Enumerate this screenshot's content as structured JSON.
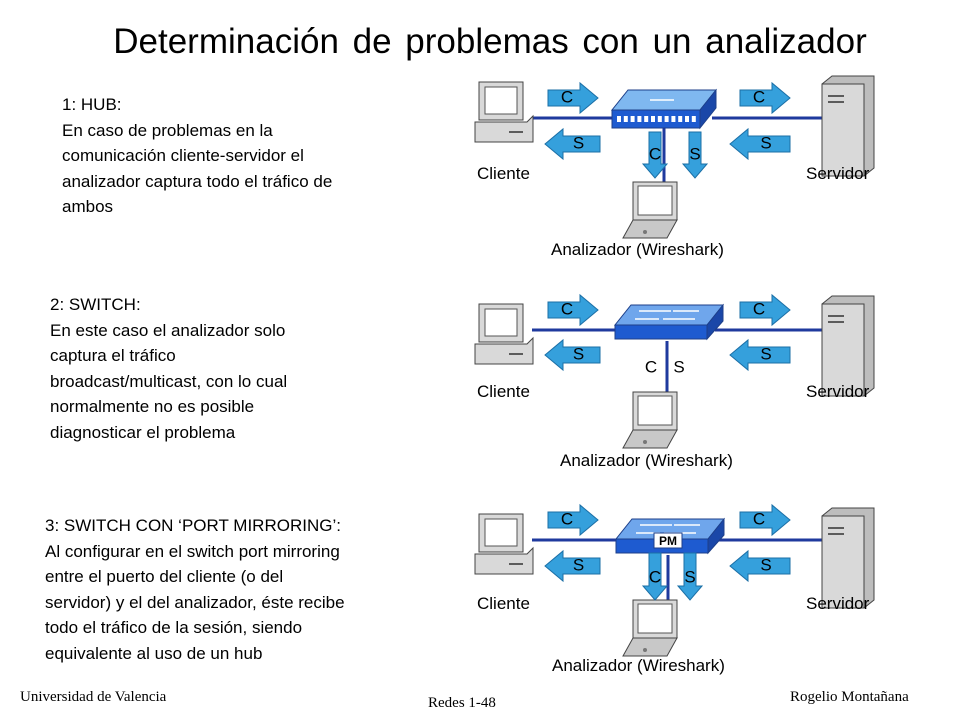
{
  "title": "Determinación de problemas con un analizador",
  "sections": [
    {
      "text_lines": [
        "1: HUB:",
        "En caso de problemas en la",
        "comunicación cliente-servidor el",
        "analizador captura todo el tráfico de",
        "ambos"
      ],
      "device": "hub",
      "client_label": "Cliente",
      "server_label": "Servidor",
      "analyzer_label": "Analizador (Wireshark)",
      "arrow_c": "C",
      "arrow_s": "S",
      "device_badge": ""
    },
    {
      "text_lines": [
        "2: SWITCH:",
        "En este caso el analizador solo",
        "captura el tráfico",
        "broadcast/multicast, con lo cual",
        "normalmente no es posible",
        "diagnosticar el problema"
      ],
      "device": "switch",
      "client_label": "Cliente",
      "server_label": "Servidor",
      "analyzer_label": "Analizador (Wireshark)",
      "arrow_c": "C",
      "arrow_s": "S",
      "device_badge": ""
    },
    {
      "text_lines": [
        "3: SWITCH CON ‘PORT MIRRORING’:",
        "Al configurar en el switch port mirroring",
        "entre el puerto del cliente (o del",
        "servidor) y el del analizador, éste recibe",
        "todo el tráfico de la sesión, siendo",
        "equivalente al uso de un hub"
      ],
      "device": "switch",
      "client_label": "Cliente",
      "server_label": "Servidor",
      "analyzer_label": "Analizador (Wireshark)",
      "arrow_c": "C",
      "arrow_s": "S",
      "device_badge": "PM"
    }
  ],
  "footer": {
    "left": "Universidad de Valencia",
    "center": "Redes 1-48",
    "right": "Rogelio Montañana"
  },
  "colors": {
    "arrow": "#35a0dc",
    "link": "#1f3a9e",
    "switch": "#1e5bd0",
    "device": "#d9d9d9"
  }
}
